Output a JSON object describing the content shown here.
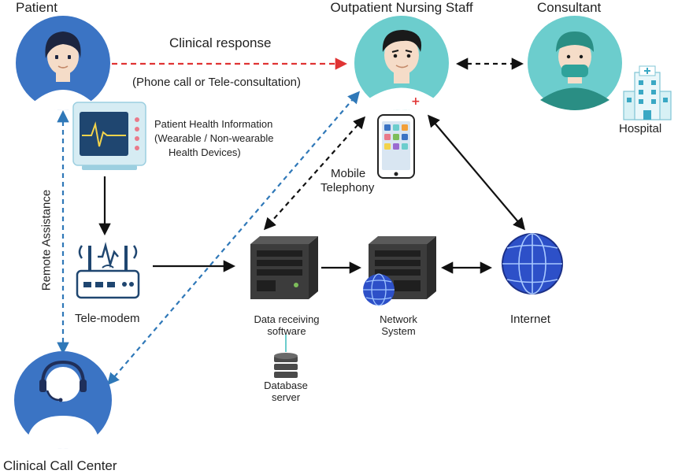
{
  "labels": {
    "patient": "Patient",
    "outpatient_staff": "Outpatient Nursing Staff",
    "consultant": "Consultant",
    "clinical_response": "Clinical response",
    "response_channel": "(Phone call or Tele-consultation)",
    "health_info_line1": "Patient Health Information",
    "health_info_line2": "(Wearable / Non-wearable",
    "health_info_line3": "Health Devices)",
    "hospital": "Hospital",
    "mobile_line1": "Mobile",
    "mobile_line2": "Telephony",
    "remote_assistance": "Remote Assistance",
    "tele_modem": "Tele-modem",
    "data_software_line1": "Data receiving",
    "data_software_line2": "software",
    "network_line1": "Network",
    "network_line2": "System",
    "internet": "Internet",
    "database_line1": "Database",
    "database_line2": "server",
    "call_center": "Clinical Call Center"
  },
  "colors": {
    "patient_circle": "#3b74c4",
    "nurse_circle": "#6ccdcd",
    "consultant_circle": "#6ccdcd",
    "call_center_circle": "#3b74c4",
    "red_dashed": "#e03434",
    "blue_dashed": "#2f78b8",
    "globe": "#2d50c8"
  },
  "icons": [
    "patient-avatar",
    "nurse-avatar",
    "consultant-avatar",
    "monitor-icon",
    "hospital-icon",
    "smartphone-icon",
    "router-icon",
    "server-icon",
    "globe-icon",
    "database-icon",
    "headset-avatar"
  ]
}
